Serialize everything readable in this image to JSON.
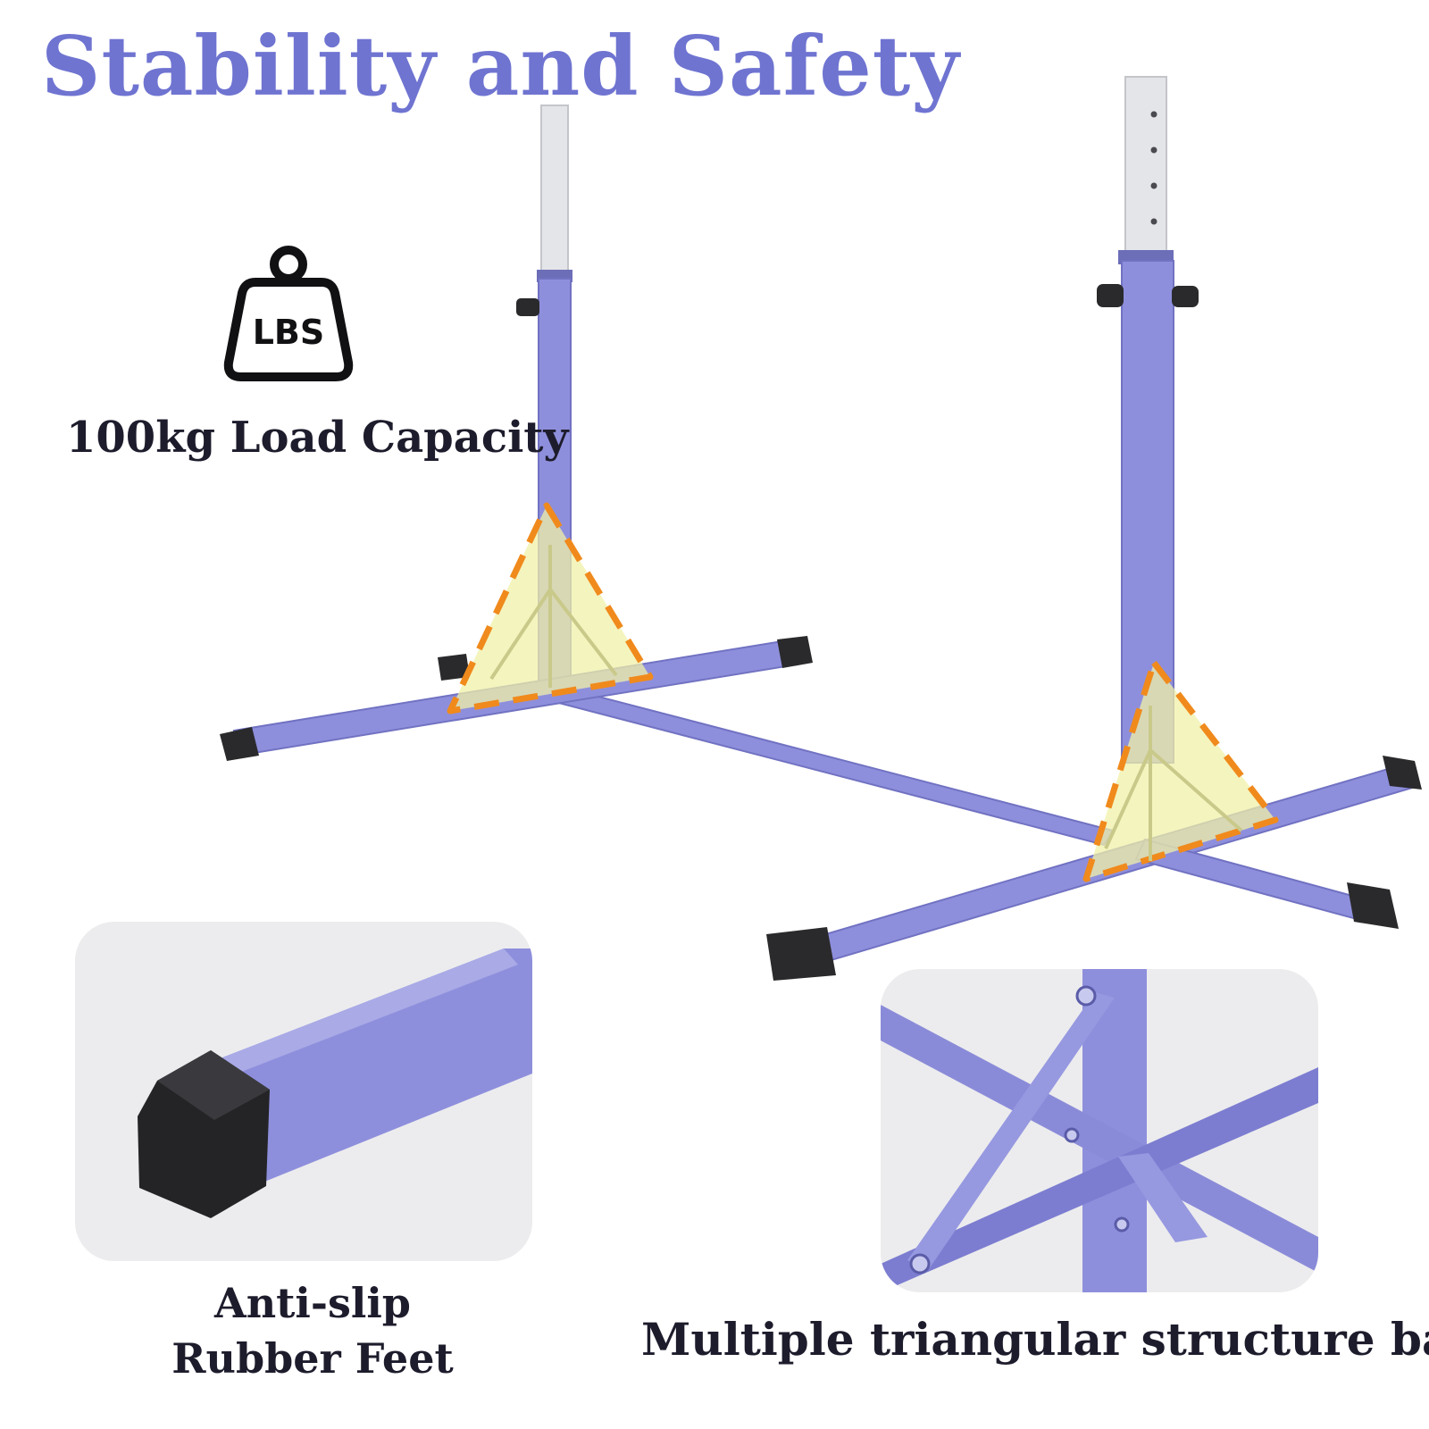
{
  "headline": "Stability and Safety",
  "load": {
    "icon_name": "weight-icon",
    "icon_label": "LBS",
    "caption": "100kg Load Capacity"
  },
  "feet": {
    "caption_line1": "Anti-slip",
    "caption_line2": "Rubber Feet"
  },
  "bases": {
    "caption": "Multiple triangular structure bases"
  },
  "colors": {
    "headline": "#6f74d1",
    "frame": "#8e8fdc",
    "upright_insert": "#e4e5e8",
    "rubber": "#2a2a2c",
    "triangle_fill": "#f0f0a8",
    "triangle_stroke": "#f08a1c",
    "caption_text": "#1d1c2c",
    "inset_bg": "#ececee"
  }
}
